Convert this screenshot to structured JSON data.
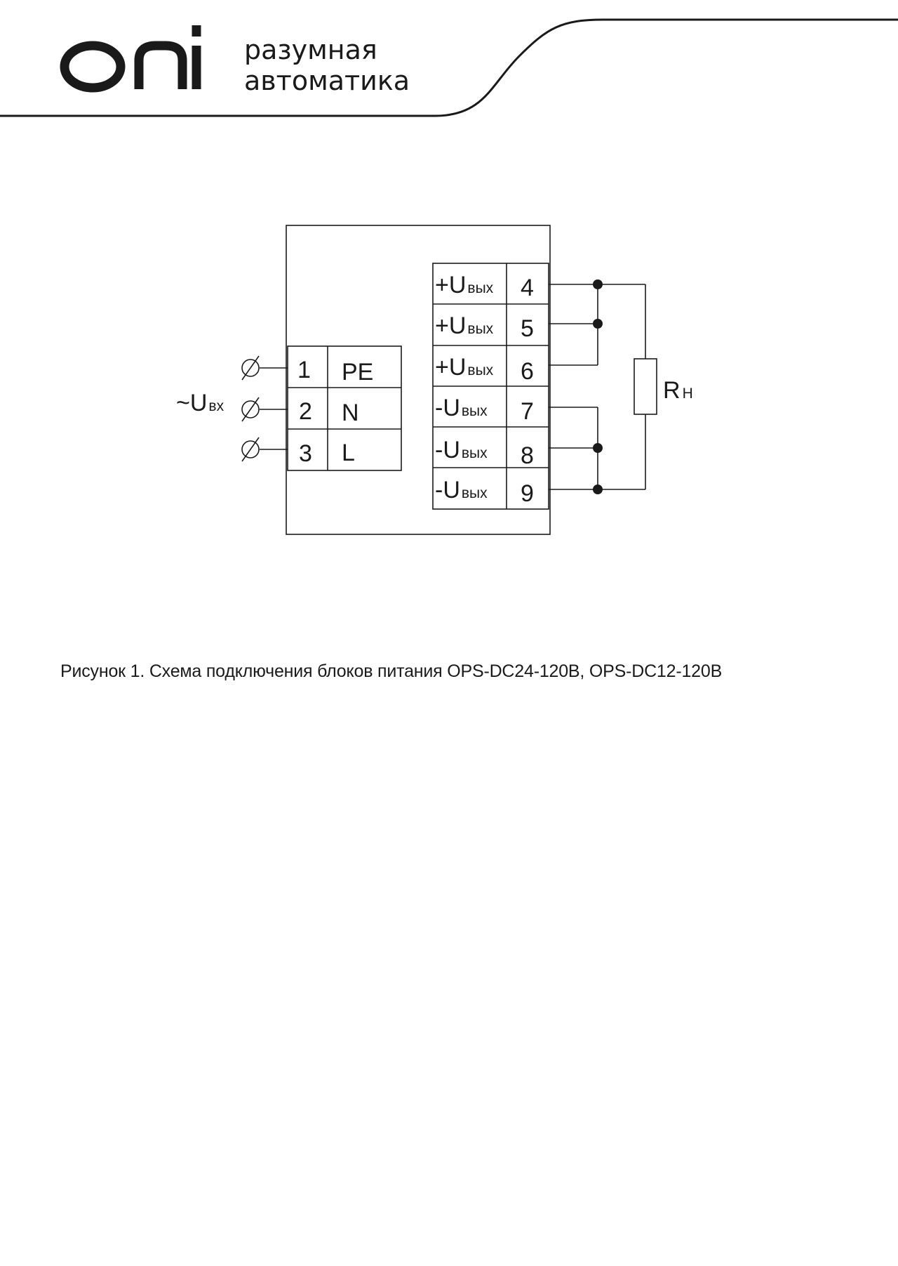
{
  "header": {
    "logo": "oni",
    "tagline_line1": "разумная",
    "tagline_line2": "автоматика"
  },
  "diagram": {
    "input_label": "~U",
    "input_sub": "вх",
    "input_terminals": [
      {
        "num": "1",
        "label": "PE"
      },
      {
        "num": "2",
        "label": "N"
      },
      {
        "num": "3",
        "label": "L"
      }
    ],
    "output_terminals": [
      {
        "sign": "+U",
        "sub": "вых",
        "num": "4"
      },
      {
        "sign": "+U",
        "sub": "вых",
        "num": "5"
      },
      {
        "sign": "+U",
        "sub": "вых",
        "num": "6"
      },
      {
        "sign": "-U",
        "sub": "вых",
        "num": "7"
      },
      {
        "sign": "-U",
        "sub": "вых",
        "num": "8"
      },
      {
        "sign": "-U",
        "sub": "вых",
        "num": "9"
      }
    ],
    "load_label": "R",
    "load_sub": "Н"
  },
  "caption": "Рисунок 1. Схема подключения блоков питания  OPS-DC24-120B, OPS-DC12-120B"
}
